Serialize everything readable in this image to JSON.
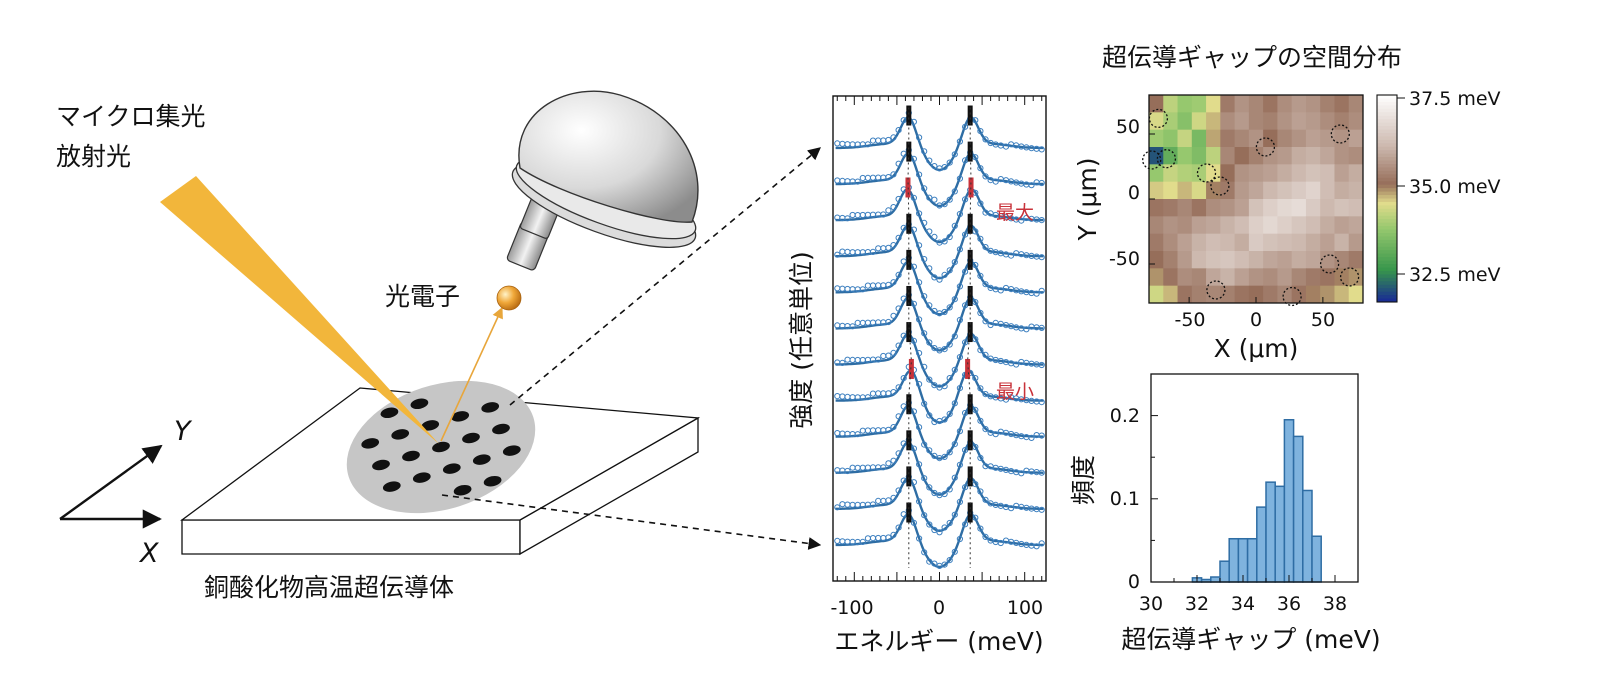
{
  "illustration": {
    "source_label_line1": "マイクロ集光",
    "source_label_line2": "放射光",
    "photoelectron_label": "光電子",
    "sample_label": "銅酸化物高温超伝導体",
    "x_axis_label": "X",
    "y_axis_label": "Y",
    "beam_color": "#f2b63b",
    "electron_color": "#e89a2a"
  },
  "chart_data": [
    {
      "type": "line",
      "xlabel": "エネルギー (meV)",
      "ylabel": "強度 (任意単位)",
      "xlim": [
        -125,
        125
      ],
      "xticks": [
        -100,
        0,
        100
      ],
      "series_count": 12,
      "gap_marks_meV": [
        -36,
        -36,
        -37,
        -36,
        -36,
        -36,
        -36,
        -33,
        -36,
        -36,
        -36,
        -36
      ],
      "highlight": [
        {
          "index": 2,
          "label": "最大"
        },
        {
          "index": 7,
          "label": "最小"
        }
      ],
      "line_color": "#2e6da4",
      "marker_color": "#3c7fbf",
      "highlight_color": "#c8323a"
    },
    {
      "type": "heatmap",
      "title": "超伝導ギャップの空間分布",
      "xlabel": "X (μm)",
      "ylabel": "Y (μm)",
      "xlim": [
        -80,
        80
      ],
      "ylim": [
        -80,
        80
      ],
      "xticks": [
        -50,
        0,
        50
      ],
      "yticks": [
        50,
        0,
        -50
      ],
      "colorbar_ticks": [
        "37.5 meV",
        "35.0 meV",
        "32.5 meV"
      ],
      "colorbar_range": [
        31.5,
        38.0
      ],
      "grid": [
        [
          35.2,
          34.2,
          33.8,
          33.9,
          34.6,
          35.4,
          35.8,
          35.6,
          35.3,
          35.7,
          35.9,
          35.8,
          35.5,
          35.3,
          35.6
        ],
        [
          34.5,
          34.0,
          33.6,
          34.4,
          34.8,
          35.7,
          35.9,
          35.6,
          35.5,
          35.8,
          36.0,
          35.9,
          35.7,
          35.5,
          35.7
        ],
        [
          33.9,
          33.7,
          34.3,
          33.4,
          34.9,
          35.4,
          35.6,
          35.8,
          35.2,
          35.6,
          35.8,
          36.0,
          35.9,
          35.8,
          36.0
        ],
        [
          31.9,
          33.1,
          33.8,
          33.5,
          34.2,
          35.6,
          35.2,
          35.5,
          35.8,
          35.9,
          36.2,
          36.3,
          36.1,
          35.8,
          35.7
        ],
        [
          33.8,
          34.3,
          34.1,
          34.0,
          34.6,
          35.2,
          35.8,
          35.9,
          36.0,
          36.2,
          36.4,
          36.6,
          36.5,
          36.0,
          36.2
        ],
        [
          34.7,
          34.6,
          34.8,
          34.5,
          35.1,
          35.4,
          35.9,
          36.1,
          36.4,
          36.6,
          36.8,
          37.0,
          36.5,
          36.2,
          36.3
        ],
        [
          35.3,
          35.4,
          35.6,
          35.3,
          35.7,
          35.8,
          36.0,
          36.6,
          36.9,
          37.1,
          37.2,
          36.8,
          36.4,
          36.6,
          36.5
        ],
        [
          35.6,
          35.8,
          35.7,
          36.0,
          36.1,
          36.3,
          36.5,
          36.9,
          37.1,
          36.9,
          36.7,
          36.5,
          36.2,
          36.0,
          36.1
        ],
        [
          35.4,
          35.7,
          36.0,
          36.3,
          36.5,
          36.4,
          36.2,
          36.8,
          36.6,
          36.5,
          36.4,
          36.2,
          36.0,
          36.3,
          35.9
        ],
        [
          35.2,
          35.5,
          35.9,
          36.4,
          36.6,
          36.7,
          36.5,
          36.3,
          36.1,
          36.0,
          36.2,
          36.1,
          35.8,
          35.6,
          35.4
        ],
        [
          35.0,
          35.3,
          35.7,
          35.6,
          36.1,
          36.3,
          36.0,
          35.8,
          35.7,
          35.9,
          35.6,
          35.4,
          35.3,
          35.1,
          35.0
        ],
        [
          34.4,
          34.8,
          35.3,
          35.5,
          35.6,
          35.5,
          35.3,
          35.2,
          35.4,
          35.6,
          35.3,
          35.1,
          35.0,
          34.8,
          34.6
        ]
      ],
      "circles_um": [
        [
          -73,
          62
        ],
        [
          7,
          40
        ],
        [
          -78,
          30
        ],
        [
          -37,
          20
        ],
        [
          -27,
          10
        ],
        [
          -67,
          31
        ],
        [
          63,
          50
        ],
        [
          55,
          -50
        ],
        [
          70,
          -60
        ],
        [
          -30,
          -70
        ],
        [
          27,
          -75
        ]
      ]
    },
    {
      "type": "bar",
      "xlabel": "超伝導ギャップ (meV)",
      "ylabel": "頻度",
      "xlim": [
        30,
        39
      ],
      "ylim": [
        0,
        0.25
      ],
      "xticks": [
        30,
        32,
        34,
        36,
        38
      ],
      "yticks": [
        0,
        0.1,
        0.2
      ],
      "bin_width": 0.4,
      "bins": [
        {
          "left": 31.8,
          "value": 0.005
        },
        {
          "left": 32.2,
          "value": 0.003
        },
        {
          "left": 32.6,
          "value": 0.006
        },
        {
          "left": 33.0,
          "value": 0.025
        },
        {
          "left": 33.4,
          "value": 0.052
        },
        {
          "left": 33.8,
          "value": 0.052
        },
        {
          "left": 34.2,
          "value": 0.052
        },
        {
          "left": 34.6,
          "value": 0.09
        },
        {
          "left": 35.0,
          "value": 0.12
        },
        {
          "left": 35.4,
          "value": 0.115
        },
        {
          "left": 35.8,
          "value": 0.195
        },
        {
          "left": 36.2,
          "value": 0.175
        },
        {
          "left": 36.6,
          "value": 0.11
        },
        {
          "left": 37.0,
          "value": 0.055
        }
      ],
      "bar_color": "#7fb3de",
      "edge_color": "#2e6da4"
    }
  ]
}
